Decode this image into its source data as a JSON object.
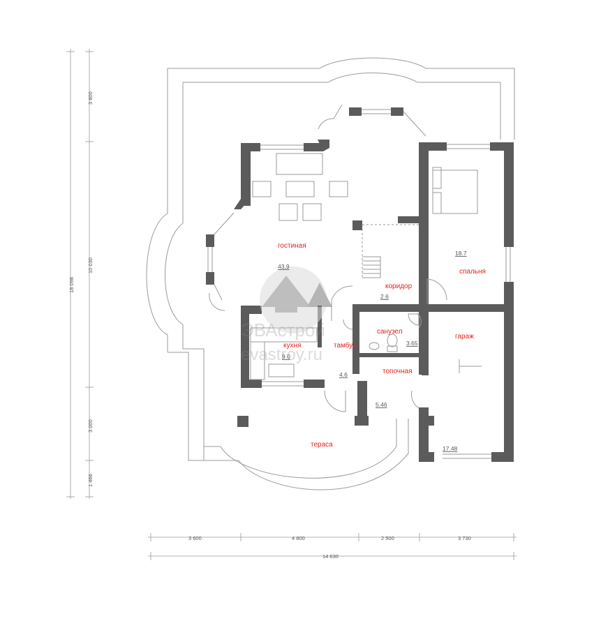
{
  "colors": {
    "wall": "#5b5b5b",
    "line": "#9a9a9a",
    "room_label": "#e8201c",
    "watermark": "#8a8a8a"
  },
  "rooms": {
    "gostinaya": {
      "label": "гостиная",
      "area": "43.9"
    },
    "spalnya": {
      "label": "спальня",
      "area": "18.7"
    },
    "koridor": {
      "label": "коридор",
      "area": "2.6"
    },
    "sanuzel": {
      "label": "санузел",
      "area": "3.65"
    },
    "kukhnya": {
      "label": "кухня",
      "area": "9.0"
    },
    "tambur": {
      "label": "тамбур",
      "area": "4.6"
    },
    "topochnaya": {
      "label": "топочная",
      "area": "5.46"
    },
    "garazh": {
      "label": "гараж",
      "area": "17.48"
    },
    "terasa": {
      "label": "тераса"
    }
  },
  "dimensions": {
    "bottom": [
      "3 600",
      "4 800",
      "2 500",
      "3 730"
    ],
    "bottom_total": "14 630",
    "left": [
      "3 600",
      "10 030",
      "3 000",
      "1 466"
    ],
    "left_total": "18 098"
  },
  "watermark": {
    "brand": "ЭВАстрой",
    "site": "evastroy.ru"
  }
}
